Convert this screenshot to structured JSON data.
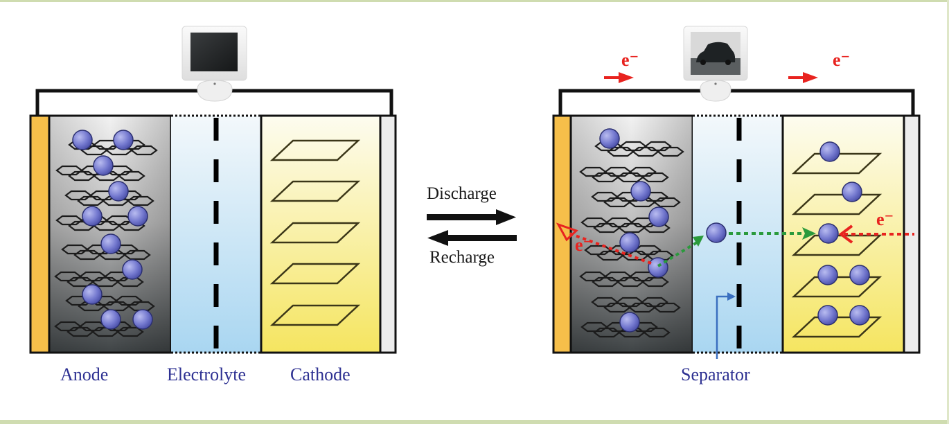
{
  "left_cell": {
    "labels": {
      "anode": "Anode",
      "electrolyte": "Electrolyte",
      "cathode": "Cathode"
    },
    "device": "monitor-blank-screen"
  },
  "right_cell": {
    "labels": {
      "separator": "Separator"
    },
    "device": "monitor-car-image",
    "electron_labels": [
      "e⁻",
      "e⁻",
      "e⁻",
      "e⁻"
    ]
  },
  "center": {
    "discharge_label": "Discharge",
    "recharge_label": "Recharge"
  },
  "colors": {
    "current_collector_anode": "#f6bf4a",
    "current_collector_cathode": "#ececec",
    "electrolyte": "#bfe0f3",
    "cathode_fill": "#f7ec8a",
    "ion": "#7a7fd6",
    "electron_arrow": "#e8231f",
    "ion_path": "#2a9a3c",
    "label_text": "#2e3192",
    "pointer": "#3a6fc0"
  }
}
